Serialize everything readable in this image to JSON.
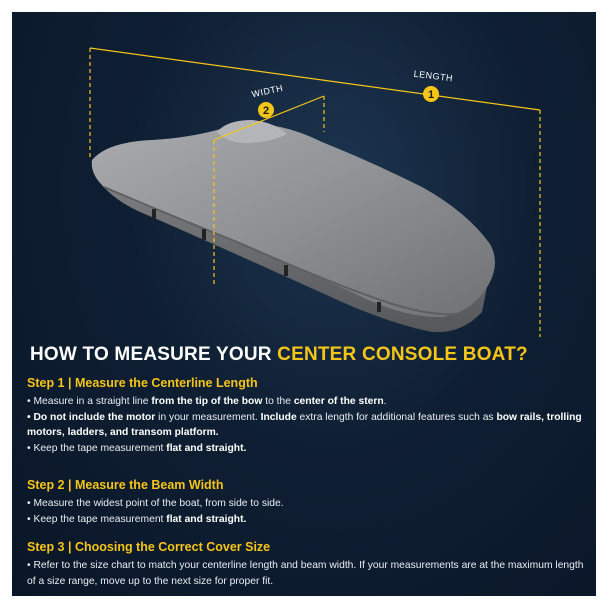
{
  "diagram": {
    "length_label": "LENGTH",
    "length_badge": "1",
    "width_label": "WIDTH",
    "width_badge": "2"
  },
  "title": {
    "prefix": "HOW TO MEASURE YOUR ",
    "highlight": "CENTER CONSOLE BOAT?"
  },
  "steps": [
    {
      "heading": "Step 1 | Measure the Centerline Length",
      "b1_pre": "• Measure in a straight line ",
      "b1_bold1": "from the tip of the bow",
      "b1_mid": " to the ",
      "b1_bold2": "center of the stern",
      "b1_end": ".",
      "b2_bold1": "• Do not include the motor",
      "b2_mid": " in your measurement. ",
      "b2_bold2": "Include",
      "b2_mid2": " extra length for additional features such as ",
      "b2_bold3": "bow rails, trolling motors, ladders, and transom platform.",
      "b3_pre": "• Keep the tape measurement ",
      "b3_bold": "flat and straight."
    },
    {
      "heading": "Step 2 | Measure the Beam Width",
      "b1": "• Measure the widest point of the boat, from side to side.",
      "b2_pre": "• Keep the tape measurement ",
      "b2_bold": "flat and straight."
    },
    {
      "heading": "Step 3 | Choosing the Correct Cover Size",
      "b1": "• Refer to the size chart to match your centerline length and beam width. If your measurements are at the maximum length of a size range, move up to the next size for proper fit."
    }
  ],
  "colors": {
    "accent": "#f5c518",
    "background": "#0f1f33",
    "text": "#ffffff",
    "cover": "#8f9194"
  }
}
